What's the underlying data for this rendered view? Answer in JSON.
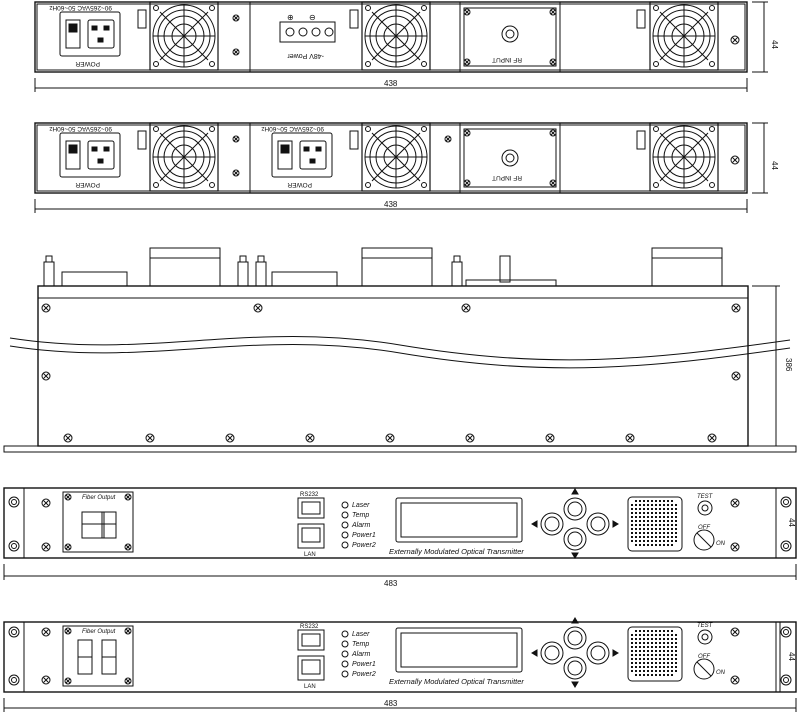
{
  "rear_panel_1": {
    "psu_label": "90~265VAC 50~60Hz",
    "power_label": "POWER",
    "dc_label": "-48V Power",
    "dc_plus": "⊕",
    "dc_minus": "⊖",
    "rf_label": "RF INPUT",
    "dim_width": "438",
    "dim_height": "44"
  },
  "rear_panel_2": {
    "psu1_label": "90~265VAC 50~60Hz",
    "psu1_power": "POWER",
    "psu2_label": "90~265VAC 50~60Hz",
    "psu2_power": "POWER",
    "rf_label": "RF INPUT",
    "dim_width": "438",
    "dim_height": "44"
  },
  "top_view": {
    "dim_depth": "386"
  },
  "front_panel_1": {
    "fiber_label": "Fiber Output",
    "rs232": "RS232",
    "lan": "LAN",
    "leds": [
      "Laser",
      "Temp",
      "Alarm",
      "Power1",
      "Power2"
    ],
    "device_name": "Externally Modulated Optical Transmitter",
    "test_label": "TEST",
    "off_label": "OFF",
    "on_label": "ON",
    "dim_width": "483",
    "dim_height": "44"
  },
  "front_panel_2": {
    "fiber_label": "Fiber Output",
    "rs232": "RS232",
    "lan": "LAN",
    "leds": [
      "Laser",
      "Temp",
      "Alarm",
      "Power1",
      "Power2"
    ],
    "device_name": "Externally Modulated Optical Transmitter",
    "test_label": "TEST",
    "off_label": "OFF",
    "on_label": "ON",
    "dim_width": "483",
    "dim_height": "44"
  }
}
